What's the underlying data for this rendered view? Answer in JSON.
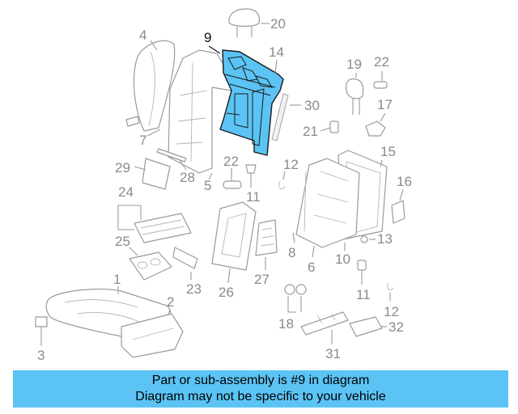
{
  "diagram": {
    "highlight_color": "#5bc4f5",
    "callouts": {
      "c1": "1",
      "c2": "2",
      "c3": "3",
      "c4": "4",
      "c5": "5",
      "c6": "6",
      "c7": "7",
      "c8": "8",
      "c9": "9",
      "c10": "10",
      "c11a": "11",
      "c11b": "11",
      "c12a": "12",
      "c12b": "12",
      "c13": "13",
      "c14": "14",
      "c15": "15",
      "c16": "16",
      "c17": "17",
      "c18": "18",
      "c19": "19",
      "c20": "20",
      "c21": "21",
      "c22a": "22",
      "c22b": "22",
      "c23": "23",
      "c24": "24",
      "c25": "25",
      "c26": "26",
      "c27": "27",
      "c28": "28",
      "c29": "29",
      "c30": "30",
      "c31": "31",
      "c32": "32"
    }
  },
  "banner": {
    "background": "#5bc4f5",
    "line1": "Part or sub-assembly is #9 in diagram",
    "line2": "Diagram may not be specific to your vehicle"
  }
}
